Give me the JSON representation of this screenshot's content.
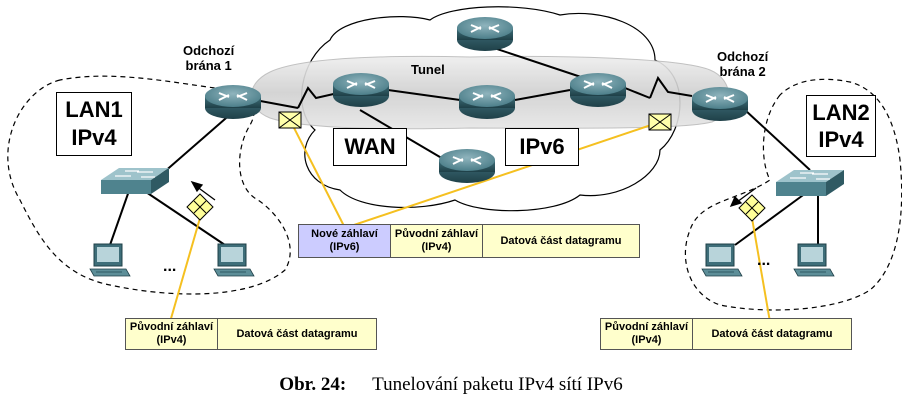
{
  "lan1": {
    "line1": "LAN1",
    "line2": "IPv4"
  },
  "lan2": {
    "line1": "LAN2",
    "line2": "IPv4"
  },
  "gateway1": {
    "line1": "Odchozí",
    "line2": "brána 1"
  },
  "gateway2": {
    "line1": "Odchozí",
    "line2": "brána 2"
  },
  "tunnel_label": "Tunel",
  "wan_label": "WAN",
  "ipv6_label": "IPv6",
  "ellipsis": "...",
  "packet_ipv6": {
    "new_header": "Nové záhlaví (IPv6)",
    "orig_header": "Původní záhlaví (IPv4)",
    "data": "Datová část datagramu"
  },
  "packet_left": {
    "orig_header": "Původní záhlaví (IPv4)",
    "data": "Datová část datagramu"
  },
  "packet_right": {
    "orig_header": "Původní záhlaví (IPv4)",
    "data": "Datová část datagramu"
  },
  "caption": {
    "number": "Obr. 24:",
    "text": "Tunelování paketu IPv4 sítí IPv6"
  },
  "colors": {
    "connector": "#f5c020",
    "ipv6_header": "#ccccff",
    "ipv4_cells": "#ffffcc",
    "router": "#3f6f7a",
    "tunnel": "#d9d9d9"
  }
}
